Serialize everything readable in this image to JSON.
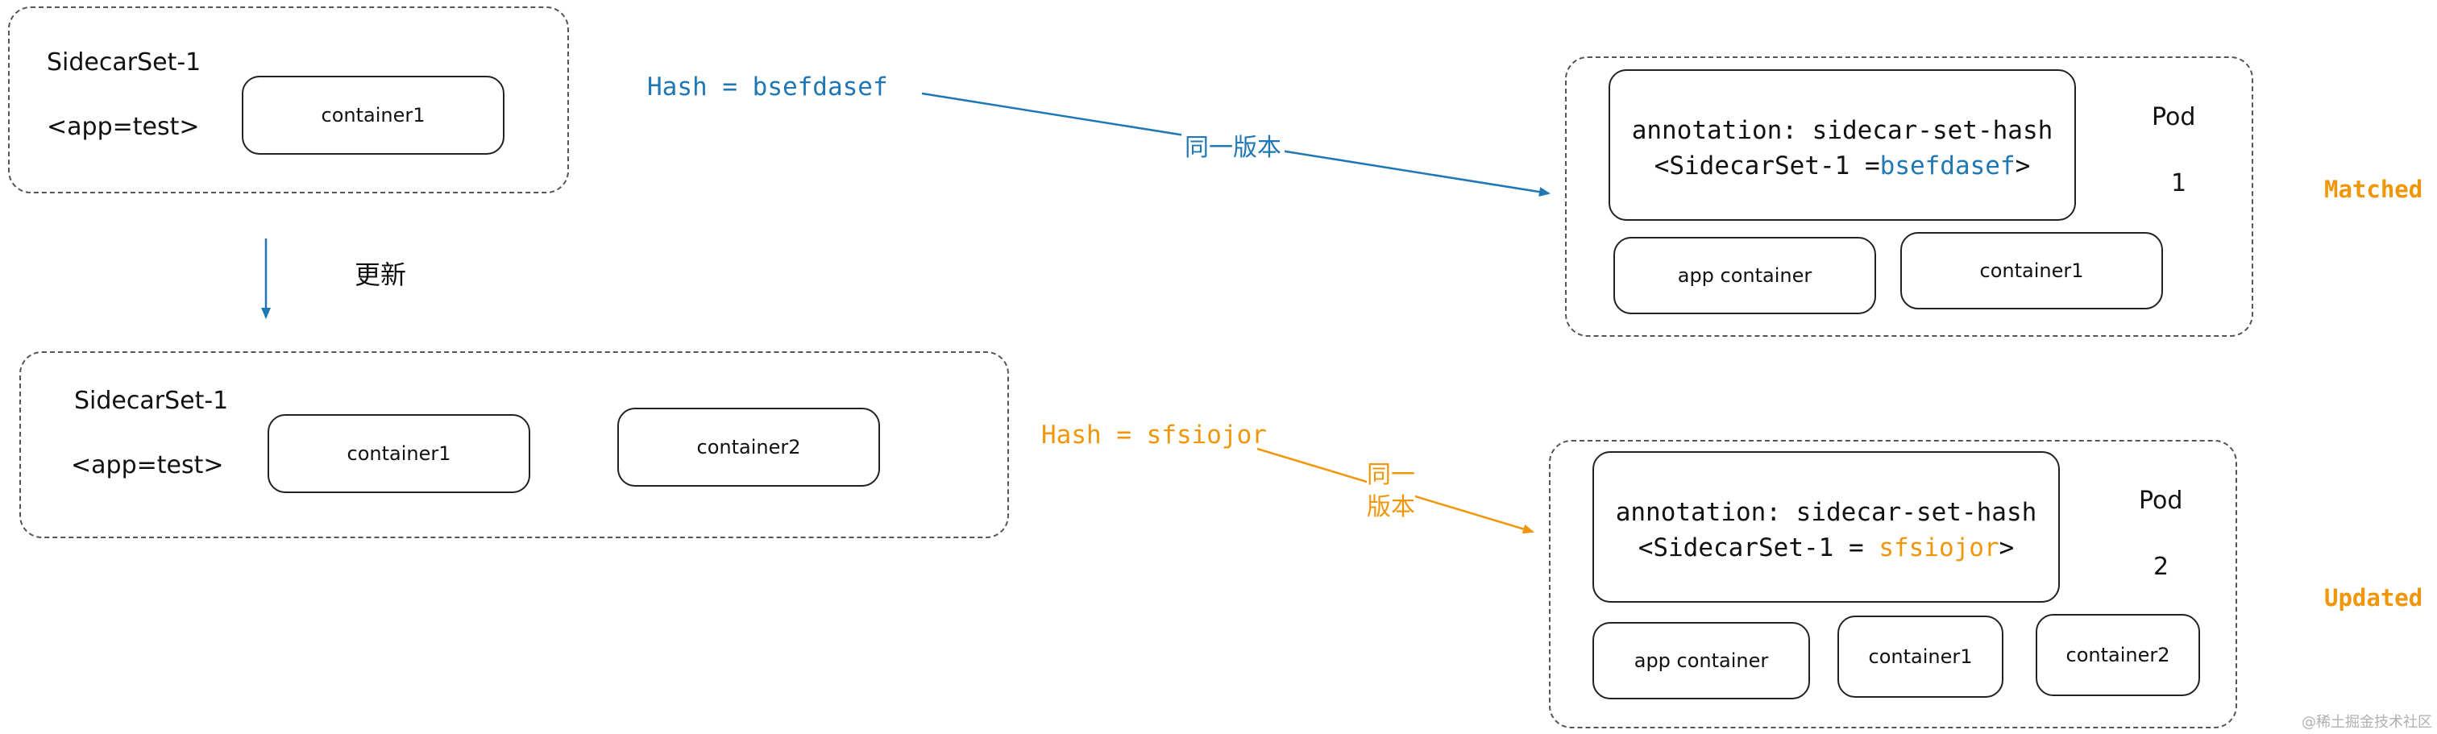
{
  "colors": {
    "blue": "#1f77b4",
    "orange": "#f0960a",
    "stroke": "#222222",
    "dashed": "#555555"
  },
  "sidecarset_old": {
    "name": "SidecarSet-1",
    "selector": "<app=test>",
    "containers": [
      "container1"
    ]
  },
  "update_label": "更新",
  "sidecarset_new": {
    "name": "SidecarSet-1",
    "selector": "<app=test>",
    "containers": [
      "container1",
      "container2"
    ]
  },
  "hash_old": {
    "label": "Hash = ",
    "value": "bsefdasef"
  },
  "hash_new": {
    "label": "Hash = ",
    "value": "sfsiojor"
  },
  "edge_same_version_1": "同一版本",
  "edge_same_version_2_line1": "同一",
  "edge_same_version_2_line2": "版本",
  "pod1": {
    "annotation_line1": "annotation: sidecar-set-hash",
    "annotation_prefix": "<SidecarSet-1 =",
    "annotation_hash": "bsefdasef",
    "annotation_suffix": ">",
    "pod_label": "Pod",
    "pod_number": "1",
    "containers": [
      "app container",
      "container1"
    ],
    "status": "Matched"
  },
  "pod2": {
    "annotation_line1": "annotation: sidecar-set-hash",
    "annotation_prefix": "<SidecarSet-1 = ",
    "annotation_hash": "sfsiojor",
    "annotation_suffix": ">",
    "pod_label": "Pod",
    "pod_number": "2",
    "containers": [
      "app container",
      "container1",
      "container2"
    ],
    "status": "Updated"
  },
  "watermark": "@稀土掘金技术社区"
}
